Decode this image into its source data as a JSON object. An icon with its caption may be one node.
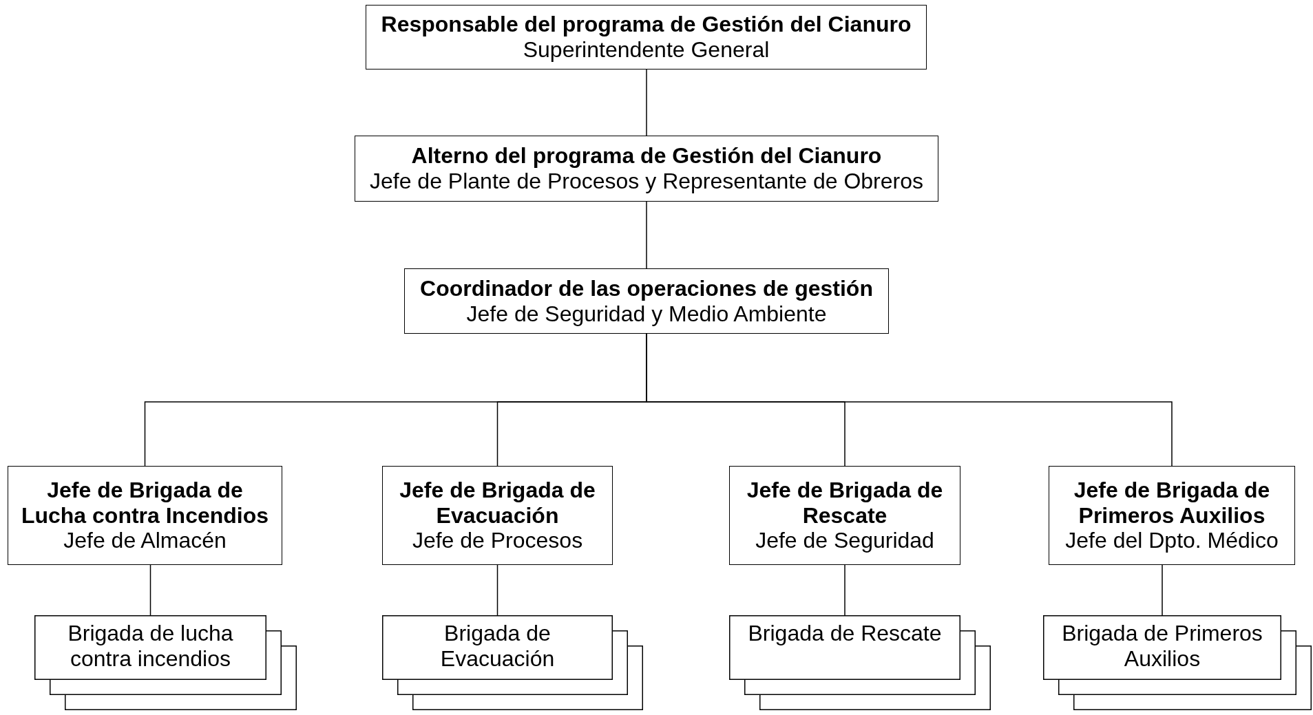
{
  "diagram": {
    "nodes": [
      {
        "text": [
          "Responsable del programa de Gestión del Cianuro",
          "Superintendente General"
        ]
      },
      {
        "text": [
          "Alterno del programa de Gestión del Cianuro",
          "Jefe de Plante de Procesos y Representante de Obreros"
        ]
      },
      {
        "text": [
          "Coordinador de las operaciones de gestión",
          "Jefe de Seguridad y Medio Ambiente"
        ]
      },
      {
        "text": [
          "Jefe de Brigada de Lucha contra Incendios",
          "Jefe de Almacén"
        ]
      },
      {
        "text": [
          "Jefe de Brigada de Evacuación",
          "Jefe de Procesos"
        ]
      },
      {
        "text": [
          "Jefe de Brigada de Rescate",
          "Jefe de Seguridad"
        ]
      },
      {
        "text": [
          "Jefe de Brigada de Primeros Auxilios",
          "Jefe del Dpto. Médico"
        ]
      },
      {
        "text": [
          "Brigada de lucha contra incendios"
        ]
      },
      {
        "text": [
          "Brigada de Evacuación"
        ]
      },
      {
        "text": [
          "Brigada de Rescate"
        ]
      },
      {
        "text": [
          "Brigada de Primeros Auxilios"
        ]
      }
    ],
    "edges": [
      {
        "from": 0,
        "to": 1,
        "arrow": "none"
      },
      {
        "from": 1,
        "to": 2,
        "arrow": "none"
      },
      {
        "from": 2,
        "to": 3,
        "arrow": "none"
      },
      {
        "from": 2,
        "to": 4,
        "arrow": "none"
      },
      {
        "from": 2,
        "to": 5,
        "arrow": "none"
      },
      {
        "from": 2,
        "to": 6,
        "arrow": "none"
      },
      {
        "from": 3,
        "to": 7,
        "arrow": "none"
      },
      {
        "from": 4,
        "to": 8,
        "arrow": "none"
      },
      {
        "from": 5,
        "to": 9,
        "arrow": "none"
      },
      {
        "from": 6,
        "to": 10,
        "arrow": "none"
      }
    ]
  }
}
